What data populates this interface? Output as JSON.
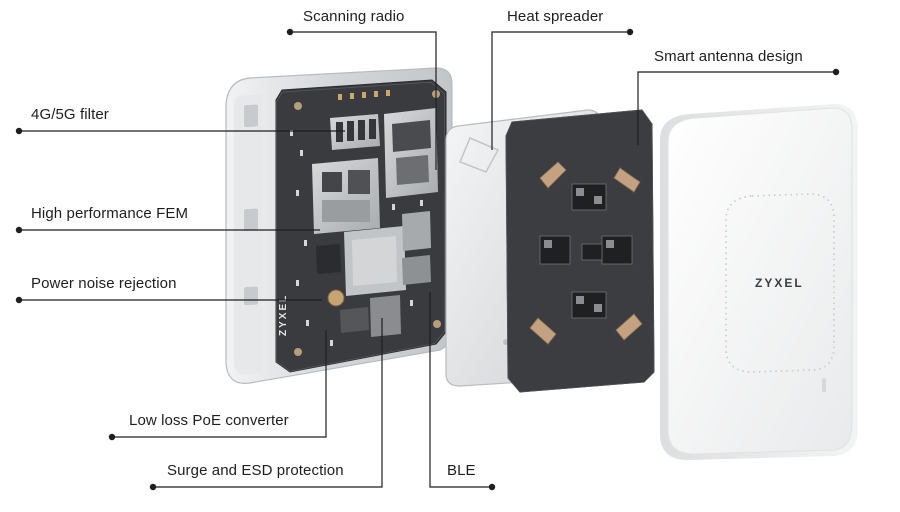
{
  "title": "",
  "brand": {
    "rear_housing": "ZYXEL",
    "front_cover": "ZYXEL"
  },
  "components": [
    {
      "id": "scanning-radio",
      "label": "Scanning radio"
    },
    {
      "id": "heat-spreader",
      "label": "Heat spreader"
    },
    {
      "id": "smart-antenna-design",
      "label": "Smart antenna design"
    },
    {
      "id": "4g-5g-filter",
      "label": "4G/5G filter"
    },
    {
      "id": "high-performance-fem",
      "label": "High performance FEM"
    },
    {
      "id": "power-noise-rejection",
      "label": "Power noise rejection"
    },
    {
      "id": "low-loss-poe-converter",
      "label": "Low loss PoE converter"
    },
    {
      "id": "surge-and-esd-protection",
      "label": "Surge and ESD protection"
    },
    {
      "id": "ble",
      "label": "BLE"
    }
  ],
  "colors": {
    "line": "#1e1e1e",
    "pcb": "#3c3d40",
    "housing": "#d9dbdd",
    "cover": "#f5f5f5",
    "shield": "#b8bbbe",
    "antenna_element": "#c9a98a"
  }
}
